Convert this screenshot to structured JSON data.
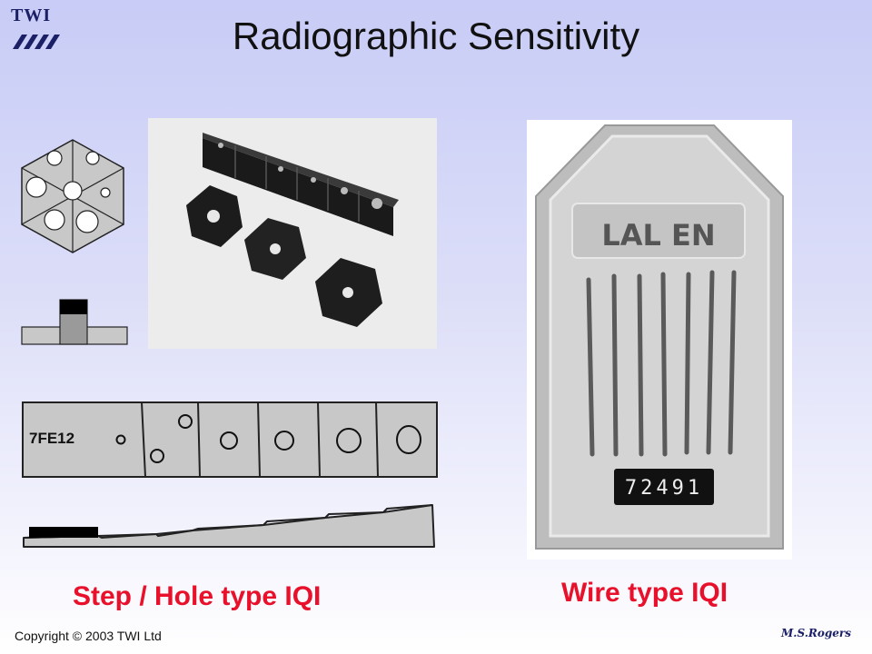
{
  "header": {
    "logo_text": "TWI",
    "title": "Radiographic Sensitivity"
  },
  "step_iqi": {
    "strip_label": "7FE12",
    "caption": "Step / Hole type IQI"
  },
  "wire_iqi": {
    "tag_letters": "LAL EN",
    "tag_number": "72491",
    "caption": "Wire type IQI"
  },
  "footer": {
    "copyright": "Copyright © 2003 TWI Ltd",
    "author": "M.S.Rogers"
  },
  "colors": {
    "title": "#111111",
    "caption": "#e8102a",
    "logo": "#1a1f66",
    "diagram_fill": "#c8c8c8"
  }
}
